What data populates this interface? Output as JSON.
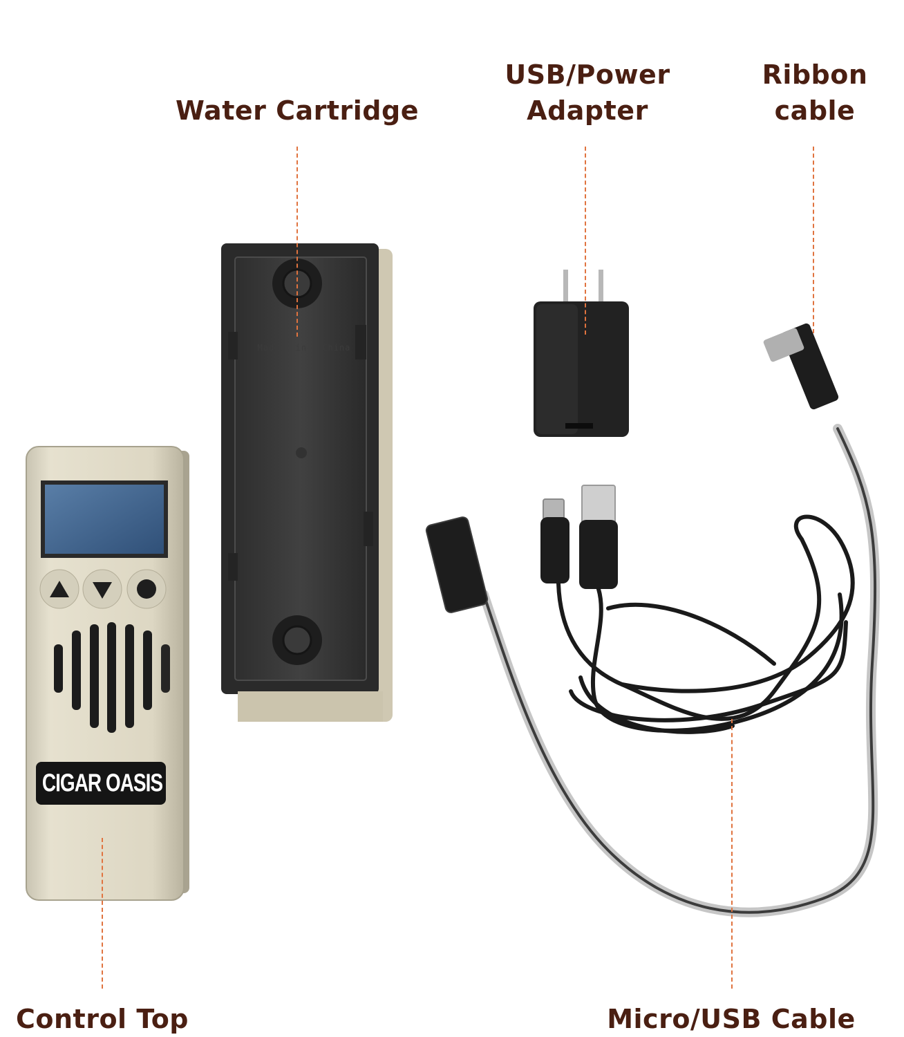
{
  "labels": {
    "water_cartridge": "Water Cartridge",
    "usb_power_line1": "USB/Power",
    "usb_power_line2": "Adapter",
    "ribbon_line1": "Ribbon",
    "ribbon_line2": "cable",
    "control_top": "Control Top",
    "micro_usb": "Micro/USB Cable"
  },
  "product": {
    "logo": "CIGAR OASIS",
    "embossed_text": "Made in China"
  },
  "colors": {
    "label_text": "#4a1f12",
    "leader_line": "#e0733f"
  }
}
